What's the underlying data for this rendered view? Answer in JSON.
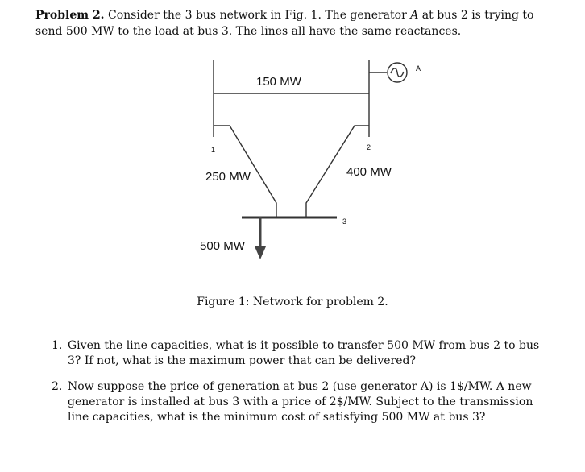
{
  "problem": {
    "heading": "Problem 2.",
    "text_line1": " Consider the 3 bus network in Fig. 1. The generator ",
    "gen_name": "A",
    "text_line1b": " at bus 2 is trying to send 500 MW to the load at bus 3. The lines all have the same reactances."
  },
  "figure": {
    "line_12_flow": "150 MW",
    "line_13_flow": "250 MW",
    "line_23_flow": "400 MW",
    "load": "500 MW",
    "bus_1": "1",
    "bus_2": "2",
    "bus_3": "3",
    "generator_label": "A",
    "caption": "Figure 1: Network for problem 2."
  },
  "questions": [
    {
      "number": "1.",
      "text": "Given the line capacities, what is it possible to transfer 500 MW from bus 2 to bus 3? If not, what is the maximum power that can be delivered?"
    },
    {
      "number": "2.",
      "text": "Now suppose the price of generation at bus 2 (use generator A) is 1$/MW. A new generator is installed at bus 3 with a price of 2$/MW. Subject to the transmission line capacities, what is the minimum cost of satisfying 500 MW at bus 3?"
    }
  ]
}
